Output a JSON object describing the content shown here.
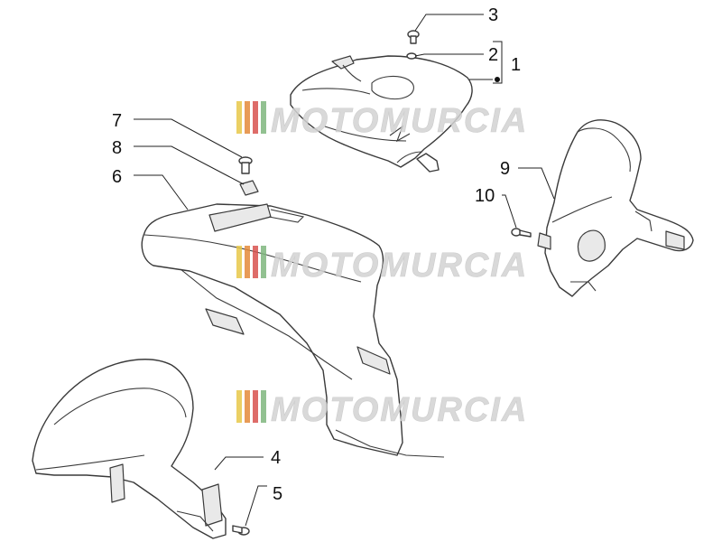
{
  "diagram": {
    "watermark": {
      "text": "MOTOMURCIA",
      "stripe_colors": [
        "#e8c84a",
        "#e58a3a",
        "#d9534f",
        "#7fb77e",
        "#9a9a9a"
      ]
    },
    "callouts": [
      {
        "id": "c1",
        "label": "1"
      },
      {
        "id": "c2",
        "label": "2"
      },
      {
        "id": "c3",
        "label": "3"
      },
      {
        "id": "c4",
        "label": "4"
      },
      {
        "id": "c5",
        "label": "5"
      },
      {
        "id": "c6",
        "label": "6"
      },
      {
        "id": "c7",
        "label": "7"
      },
      {
        "id": "c8",
        "label": "8"
      },
      {
        "id": "c9",
        "label": "9"
      },
      {
        "id": "c10",
        "label": "10"
      }
    ]
  }
}
